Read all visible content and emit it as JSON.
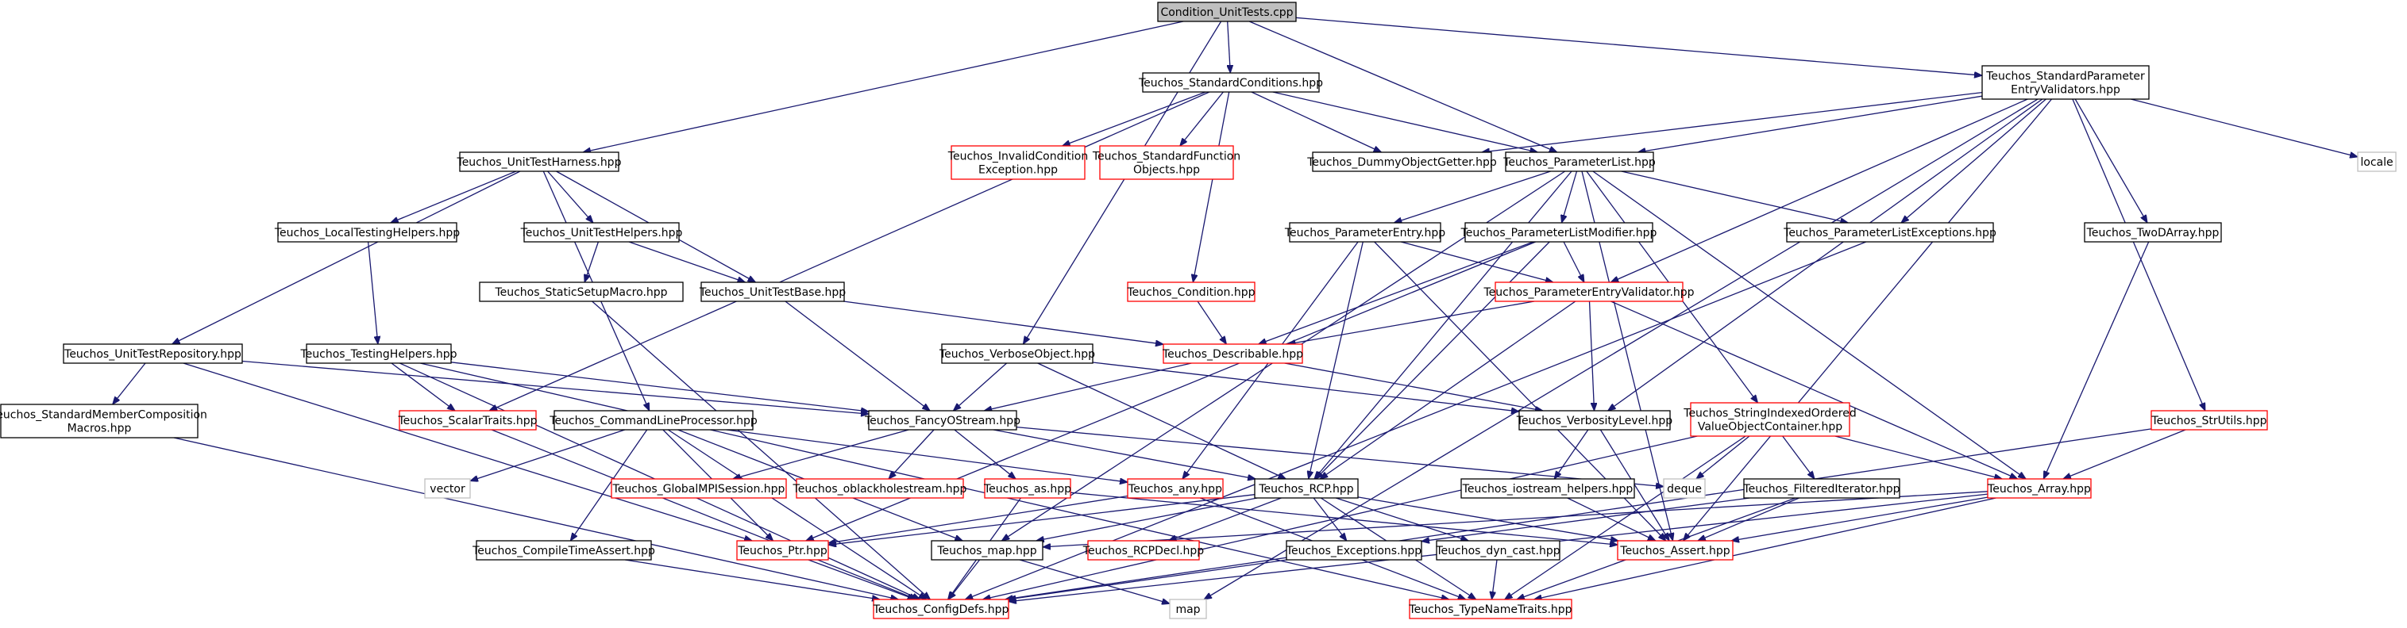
{
  "diagram": {
    "type": "include-dependency-graph",
    "colors": {
      "root_fill": "#bfbfbf",
      "root_border": "#000000",
      "documented_border": "#000000",
      "missing_border": "#ff0000",
      "system_border": "#bfbfbf",
      "edge": "#191970"
    },
    "nodes": [
      {
        "id": "root",
        "label": [
          "Condition_UnitTests.cpp"
        ],
        "kind": "root"
      },
      {
        "id": "stdcond",
        "label": [
          "Teuchos_StandardConditions.hpp"
        ],
        "kind": "black"
      },
      {
        "id": "stdpev",
        "label": [
          "Teuchos_StandardParameter",
          "EntryValidators.hpp"
        ],
        "kind": "black"
      },
      {
        "id": "uth",
        "label": [
          "Teuchos_UnitTestHarness.hpp"
        ],
        "kind": "black"
      },
      {
        "id": "icex",
        "label": [
          "Teuchos_InvalidCondition",
          "Exception.hpp"
        ],
        "kind": "red"
      },
      {
        "id": "sfo",
        "label": [
          "Teuchos_StandardFunction",
          "Objects.hpp"
        ],
        "kind": "red"
      },
      {
        "id": "dog",
        "label": [
          "Teuchos_DummyObjectGetter.hpp"
        ],
        "kind": "black"
      },
      {
        "id": "pl",
        "label": [
          "Teuchos_ParameterList.hpp"
        ],
        "kind": "black"
      },
      {
        "id": "locale",
        "label": [
          "locale"
        ],
        "kind": "gray"
      },
      {
        "id": "lth",
        "label": [
          "Teuchos_LocalTestingHelpers.hpp"
        ],
        "kind": "black"
      },
      {
        "id": "uthelp",
        "label": [
          "Teuchos_UnitTestHelpers.hpp"
        ],
        "kind": "black"
      },
      {
        "id": "ssm",
        "label": [
          "Teuchos_StaticSetupMacro.hpp"
        ],
        "kind": "black"
      },
      {
        "id": "utb",
        "label": [
          "Teuchos_UnitTestBase.hpp"
        ],
        "kind": "black"
      },
      {
        "id": "pe",
        "label": [
          "Teuchos_ParameterEntry.hpp"
        ],
        "kind": "black"
      },
      {
        "id": "plm",
        "label": [
          "Teuchos_ParameterListModifier.hpp"
        ],
        "kind": "black"
      },
      {
        "id": "cond",
        "label": [
          "Teuchos_Condition.hpp"
        ],
        "kind": "red"
      },
      {
        "id": "pev",
        "label": [
          "Teuchos_ParameterEntryValidator.hpp"
        ],
        "kind": "red"
      },
      {
        "id": "ple",
        "label": [
          "Teuchos_ParameterListExceptions.hpp"
        ],
        "kind": "black"
      },
      {
        "id": "tda",
        "label": [
          "Teuchos_TwoDArray.hpp"
        ],
        "kind": "black"
      },
      {
        "id": "utr",
        "label": [
          "Teuchos_UnitTestRepository.hpp"
        ],
        "kind": "black"
      },
      {
        "id": "th",
        "label": [
          "Teuchos_TestingHelpers.hpp"
        ],
        "kind": "black"
      },
      {
        "id": "vo",
        "label": [
          "Teuchos_VerboseObject.hpp"
        ],
        "kind": "black"
      },
      {
        "id": "desc",
        "label": [
          "Teuchos_Describable.hpp"
        ],
        "kind": "red"
      },
      {
        "id": "smc",
        "label": [
          "Teuchos_StandardMemberComposition",
          "Macros.hpp"
        ],
        "kind": "black"
      },
      {
        "id": "st",
        "label": [
          "Teuchos_ScalarTraits.hpp"
        ],
        "kind": "red"
      },
      {
        "id": "clp",
        "label": [
          "Teuchos_CommandLineProcessor.hpp"
        ],
        "kind": "black"
      },
      {
        "id": "fos",
        "label": [
          "Teuchos_FancyOStream.hpp"
        ],
        "kind": "black"
      },
      {
        "id": "vl",
        "label": [
          "Teuchos_VerbosityLevel.hpp"
        ],
        "kind": "black"
      },
      {
        "id": "sioc",
        "label": [
          "Teuchos_StringIndexedOrdered",
          "ValueObjectContainer.hpp"
        ],
        "kind": "red"
      },
      {
        "id": "stru",
        "label": [
          "Teuchos_StrUtils.hpp"
        ],
        "kind": "red"
      },
      {
        "id": "vector",
        "label": [
          "vector"
        ],
        "kind": "gray"
      },
      {
        "id": "gmpi",
        "label": [
          "Teuchos_GlobalMPISession.hpp"
        ],
        "kind": "red"
      },
      {
        "id": "obh",
        "label": [
          "Teuchos_oblackholestream.hpp"
        ],
        "kind": "red"
      },
      {
        "id": "as",
        "label": [
          "Teuchos_as.hpp"
        ],
        "kind": "red"
      },
      {
        "id": "any",
        "label": [
          "Teuchos_any.hpp"
        ],
        "kind": "red"
      },
      {
        "id": "rcp",
        "label": [
          "Teuchos_RCP.hpp"
        ],
        "kind": "black"
      },
      {
        "id": "ioh",
        "label": [
          "Teuchos_iostream_helpers.hpp"
        ],
        "kind": "black"
      },
      {
        "id": "deque",
        "label": [
          "deque"
        ],
        "kind": "gray"
      },
      {
        "id": "fi",
        "label": [
          "Teuchos_FilteredIterator.hpp"
        ],
        "kind": "black"
      },
      {
        "id": "array",
        "label": [
          "Teuchos_Array.hpp"
        ],
        "kind": "red"
      },
      {
        "id": "ctsa",
        "label": [
          "Teuchos_CompileTimeAssert.hpp"
        ],
        "kind": "black"
      },
      {
        "id": "ptr",
        "label": [
          "Teuchos_Ptr.hpp"
        ],
        "kind": "red"
      },
      {
        "id": "tmap",
        "label": [
          "Teuchos_map.hpp"
        ],
        "kind": "black"
      },
      {
        "id": "rcpdecl",
        "label": [
          "Teuchos_RCPDecl.hpp"
        ],
        "kind": "red"
      },
      {
        "id": "exc",
        "label": [
          "Teuchos_Exceptions.hpp"
        ],
        "kind": "black"
      },
      {
        "id": "dyn",
        "label": [
          "Teuchos_dyn_cast.hpp"
        ],
        "kind": "black"
      },
      {
        "id": "assert",
        "label": [
          "Teuchos_Assert.hpp"
        ],
        "kind": "red"
      },
      {
        "id": "cfg",
        "label": [
          "Teuchos_ConfigDefs.hpp"
        ],
        "kind": "red"
      },
      {
        "id": "map",
        "label": [
          "map"
        ],
        "kind": "gray"
      },
      {
        "id": "tnt",
        "label": [
          "Teuchos_TypeNameTraits.hpp"
        ],
        "kind": "red"
      }
    ],
    "edges": [
      [
        "root",
        "stdcond"
      ],
      [
        "root",
        "stdpev"
      ],
      [
        "root",
        "uth"
      ],
      [
        "root",
        "pl"
      ],
      [
        "root",
        "vo"
      ],
      [
        "stdcond",
        "icex"
      ],
      [
        "stdcond",
        "sfo"
      ],
      [
        "stdcond",
        "dog"
      ],
      [
        "stdcond",
        "pl"
      ],
      [
        "stdcond",
        "cond"
      ],
      [
        "stdcond",
        "st"
      ],
      [
        "stdpev",
        "pl"
      ],
      [
        "stdpev",
        "dog"
      ],
      [
        "stdpev",
        "locale"
      ],
      [
        "stdpev",
        "ple"
      ],
      [
        "stdpev",
        "tda"
      ],
      [
        "stdpev",
        "pev"
      ],
      [
        "stdpev",
        "vl"
      ],
      [
        "stdpev",
        "stru"
      ],
      [
        "stdpev",
        "assert"
      ],
      [
        "stdpev",
        "map"
      ],
      [
        "uth",
        "lth"
      ],
      [
        "uth",
        "uthelp"
      ],
      [
        "uth",
        "utb"
      ],
      [
        "uth",
        "utr"
      ],
      [
        "uth",
        "clp"
      ],
      [
        "lth",
        "th"
      ],
      [
        "uthelp",
        "ssm"
      ],
      [
        "uthelp",
        "utb"
      ],
      [
        "ssm",
        "cfg"
      ],
      [
        "utb",
        "desc"
      ],
      [
        "utb",
        "fos"
      ],
      [
        "utr",
        "fos"
      ],
      [
        "utr",
        "smc"
      ],
      [
        "utr",
        "ptr"
      ],
      [
        "th",
        "fos"
      ],
      [
        "th",
        "st"
      ],
      [
        "th",
        "tnt"
      ],
      [
        "th",
        "cfg"
      ],
      [
        "smc",
        "cfg"
      ],
      [
        "pl",
        "pe"
      ],
      [
        "pl",
        "plm"
      ],
      [
        "pl",
        "sioc"
      ],
      [
        "pl",
        "ple"
      ],
      [
        "pl",
        "array"
      ],
      [
        "pl",
        "assert"
      ],
      [
        "pl",
        "rcp"
      ],
      [
        "pl",
        "tmap"
      ],
      [
        "pe",
        "pev"
      ],
      [
        "pe",
        "rcp"
      ],
      [
        "pe",
        "any"
      ],
      [
        "pe",
        "assert"
      ],
      [
        "plm",
        "pev"
      ],
      [
        "plm",
        "desc"
      ],
      [
        "plm",
        "rcp"
      ],
      [
        "plm",
        "ptr"
      ],
      [
        "cond",
        "desc"
      ],
      [
        "pev",
        "desc"
      ],
      [
        "pev",
        "vl"
      ],
      [
        "pev",
        "rcp"
      ],
      [
        "pev",
        "array"
      ],
      [
        "ple",
        "cfg"
      ],
      [
        "tda",
        "array"
      ],
      [
        "vo",
        "fos"
      ],
      [
        "vo",
        "rcp"
      ],
      [
        "vo",
        "vl"
      ],
      [
        "desc",
        "fos"
      ],
      [
        "desc",
        "vl"
      ],
      [
        "st",
        "cfg"
      ],
      [
        "clp",
        "any"
      ],
      [
        "clp",
        "vector"
      ],
      [
        "clp",
        "ctsa"
      ],
      [
        "clp",
        "ptr"
      ],
      [
        "clp",
        "tmap"
      ],
      [
        "clp",
        "cfg"
      ],
      [
        "fos",
        "gmpi"
      ],
      [
        "fos",
        "obh"
      ],
      [
        "fos",
        "as"
      ],
      [
        "fos",
        "rcp"
      ],
      [
        "fos",
        "deque"
      ],
      [
        "vl",
        "ioh"
      ],
      [
        "vl",
        "assert"
      ],
      [
        "ioh",
        "assert"
      ],
      [
        "sioc",
        "deque"
      ],
      [
        "sioc",
        "fi"
      ],
      [
        "sioc",
        "array"
      ],
      [
        "sioc",
        "tnt"
      ],
      [
        "sioc",
        "cfg"
      ],
      [
        "fi",
        "assert"
      ],
      [
        "fi",
        "tnt"
      ],
      [
        "fi",
        "exc"
      ],
      [
        "stru",
        "array"
      ],
      [
        "stru",
        "cfg"
      ],
      [
        "as",
        "cfg"
      ],
      [
        "as",
        "assert"
      ],
      [
        "any",
        "tnt"
      ],
      [
        "any",
        "ptr"
      ],
      [
        "rcp",
        "ptr"
      ],
      [
        "rcp",
        "rcpdecl"
      ],
      [
        "rcp",
        "exc"
      ],
      [
        "rcp",
        "dyn"
      ],
      [
        "rcp",
        "assert"
      ],
      [
        "rcp",
        "tnt"
      ],
      [
        "rcp",
        "tmap"
      ],
      [
        "array",
        "assert"
      ],
      [
        "array",
        "tnt"
      ],
      [
        "array",
        "cfg"
      ],
      [
        "array",
        "tmap"
      ],
      [
        "ctsa",
        "cfg"
      ],
      [
        "ptr",
        "cfg"
      ],
      [
        "tmap",
        "cfg"
      ],
      [
        "tmap",
        "map"
      ],
      [
        "exc",
        "cfg"
      ],
      [
        "dyn",
        "tnt"
      ]
    ]
  }
}
